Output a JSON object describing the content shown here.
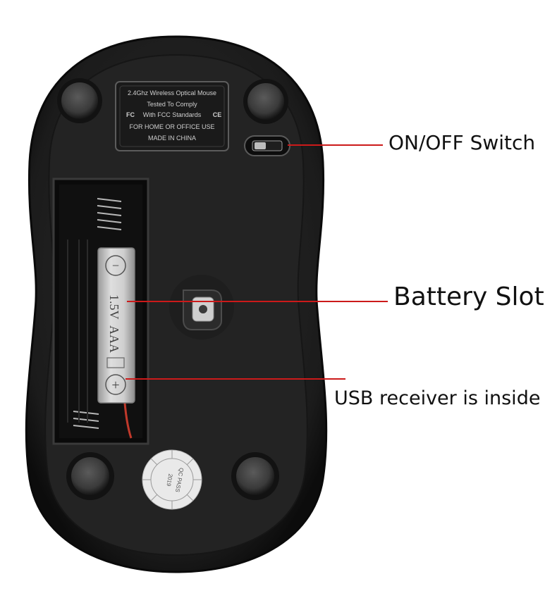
{
  "callouts": {
    "switch": "ON/OFF Switch",
    "battery": "Battery Slot",
    "usb": "USB receiver is inside"
  },
  "label_plate": {
    "line1": "2.4Ghz Wireless Optical Mouse",
    "line2": "Tested To Comply",
    "line3": "With FCC Standards",
    "line4": "FOR HOME OR OFFICE USE",
    "line5": "MADE IN CHINA",
    "fc_mark": "FC",
    "ce_mark": "CE"
  },
  "battery": {
    "voltage": "1.5V",
    "size": "AAA",
    "minus": "−",
    "plus": "+"
  },
  "sticker": {
    "line1": "QC PASS",
    "line2": "2019"
  },
  "colors": {
    "mouse_body": "#1c1c1c",
    "callout_line": "#cc1a1a",
    "battery_silver": "#c9c9c9"
  }
}
